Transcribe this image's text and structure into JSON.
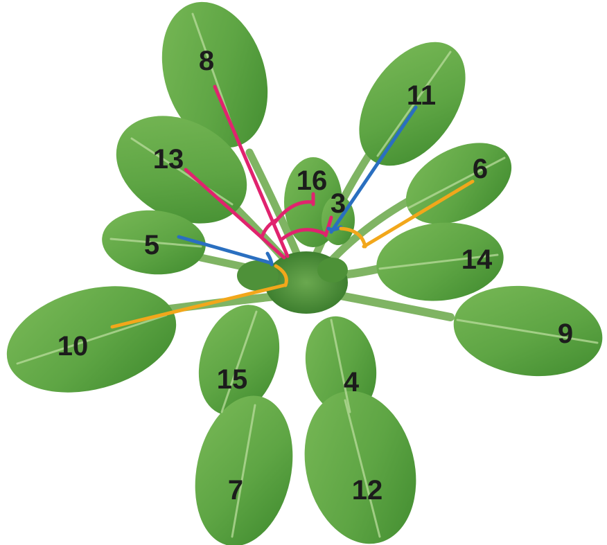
{
  "colors": {
    "background": "#ffffff",
    "leaf_dark": "#3f8a2e",
    "leaf_mid": "#5ea544",
    "leaf_light": "#8cc46a",
    "leaf_vein": "#b9dc9c",
    "center": "#3e7f2f",
    "angle_pink": "#e0236e",
    "angle_blue": "#2a6fc0",
    "angle_orange": "#f2a71b",
    "label": "#1c1c1c"
  },
  "leaves": [
    {
      "id": "leaf-8",
      "label": "8"
    },
    {
      "id": "leaf-11",
      "label": "11"
    },
    {
      "id": "leaf-13",
      "label": "13"
    },
    {
      "id": "leaf-6",
      "label": "6"
    },
    {
      "id": "leaf-16",
      "label": "16"
    },
    {
      "id": "leaf-3",
      "label": "3"
    },
    {
      "id": "leaf-5",
      "label": "5"
    },
    {
      "id": "leaf-14",
      "label": "14"
    },
    {
      "id": "leaf-10",
      "label": "10"
    },
    {
      "id": "leaf-9",
      "label": "9"
    },
    {
      "id": "leaf-15",
      "label": "15"
    },
    {
      "id": "leaf-4",
      "label": "4"
    },
    {
      "id": "leaf-7",
      "label": "7"
    },
    {
      "id": "leaf-12",
      "label": "12"
    }
  ],
  "angle_markers": [
    {
      "id": "angle-8-16",
      "color": "angle_pink"
    },
    {
      "id": "angle-16-3",
      "color": "angle_pink"
    },
    {
      "id": "angle-13-8",
      "color": "angle_pink"
    },
    {
      "id": "angle-3-11",
      "color": "angle_blue"
    },
    {
      "id": "angle-5-13",
      "color": "angle_blue"
    },
    {
      "id": "angle-11-6",
      "color": "angle_orange"
    },
    {
      "id": "angle-10-5",
      "color": "angle_orange"
    }
  ]
}
